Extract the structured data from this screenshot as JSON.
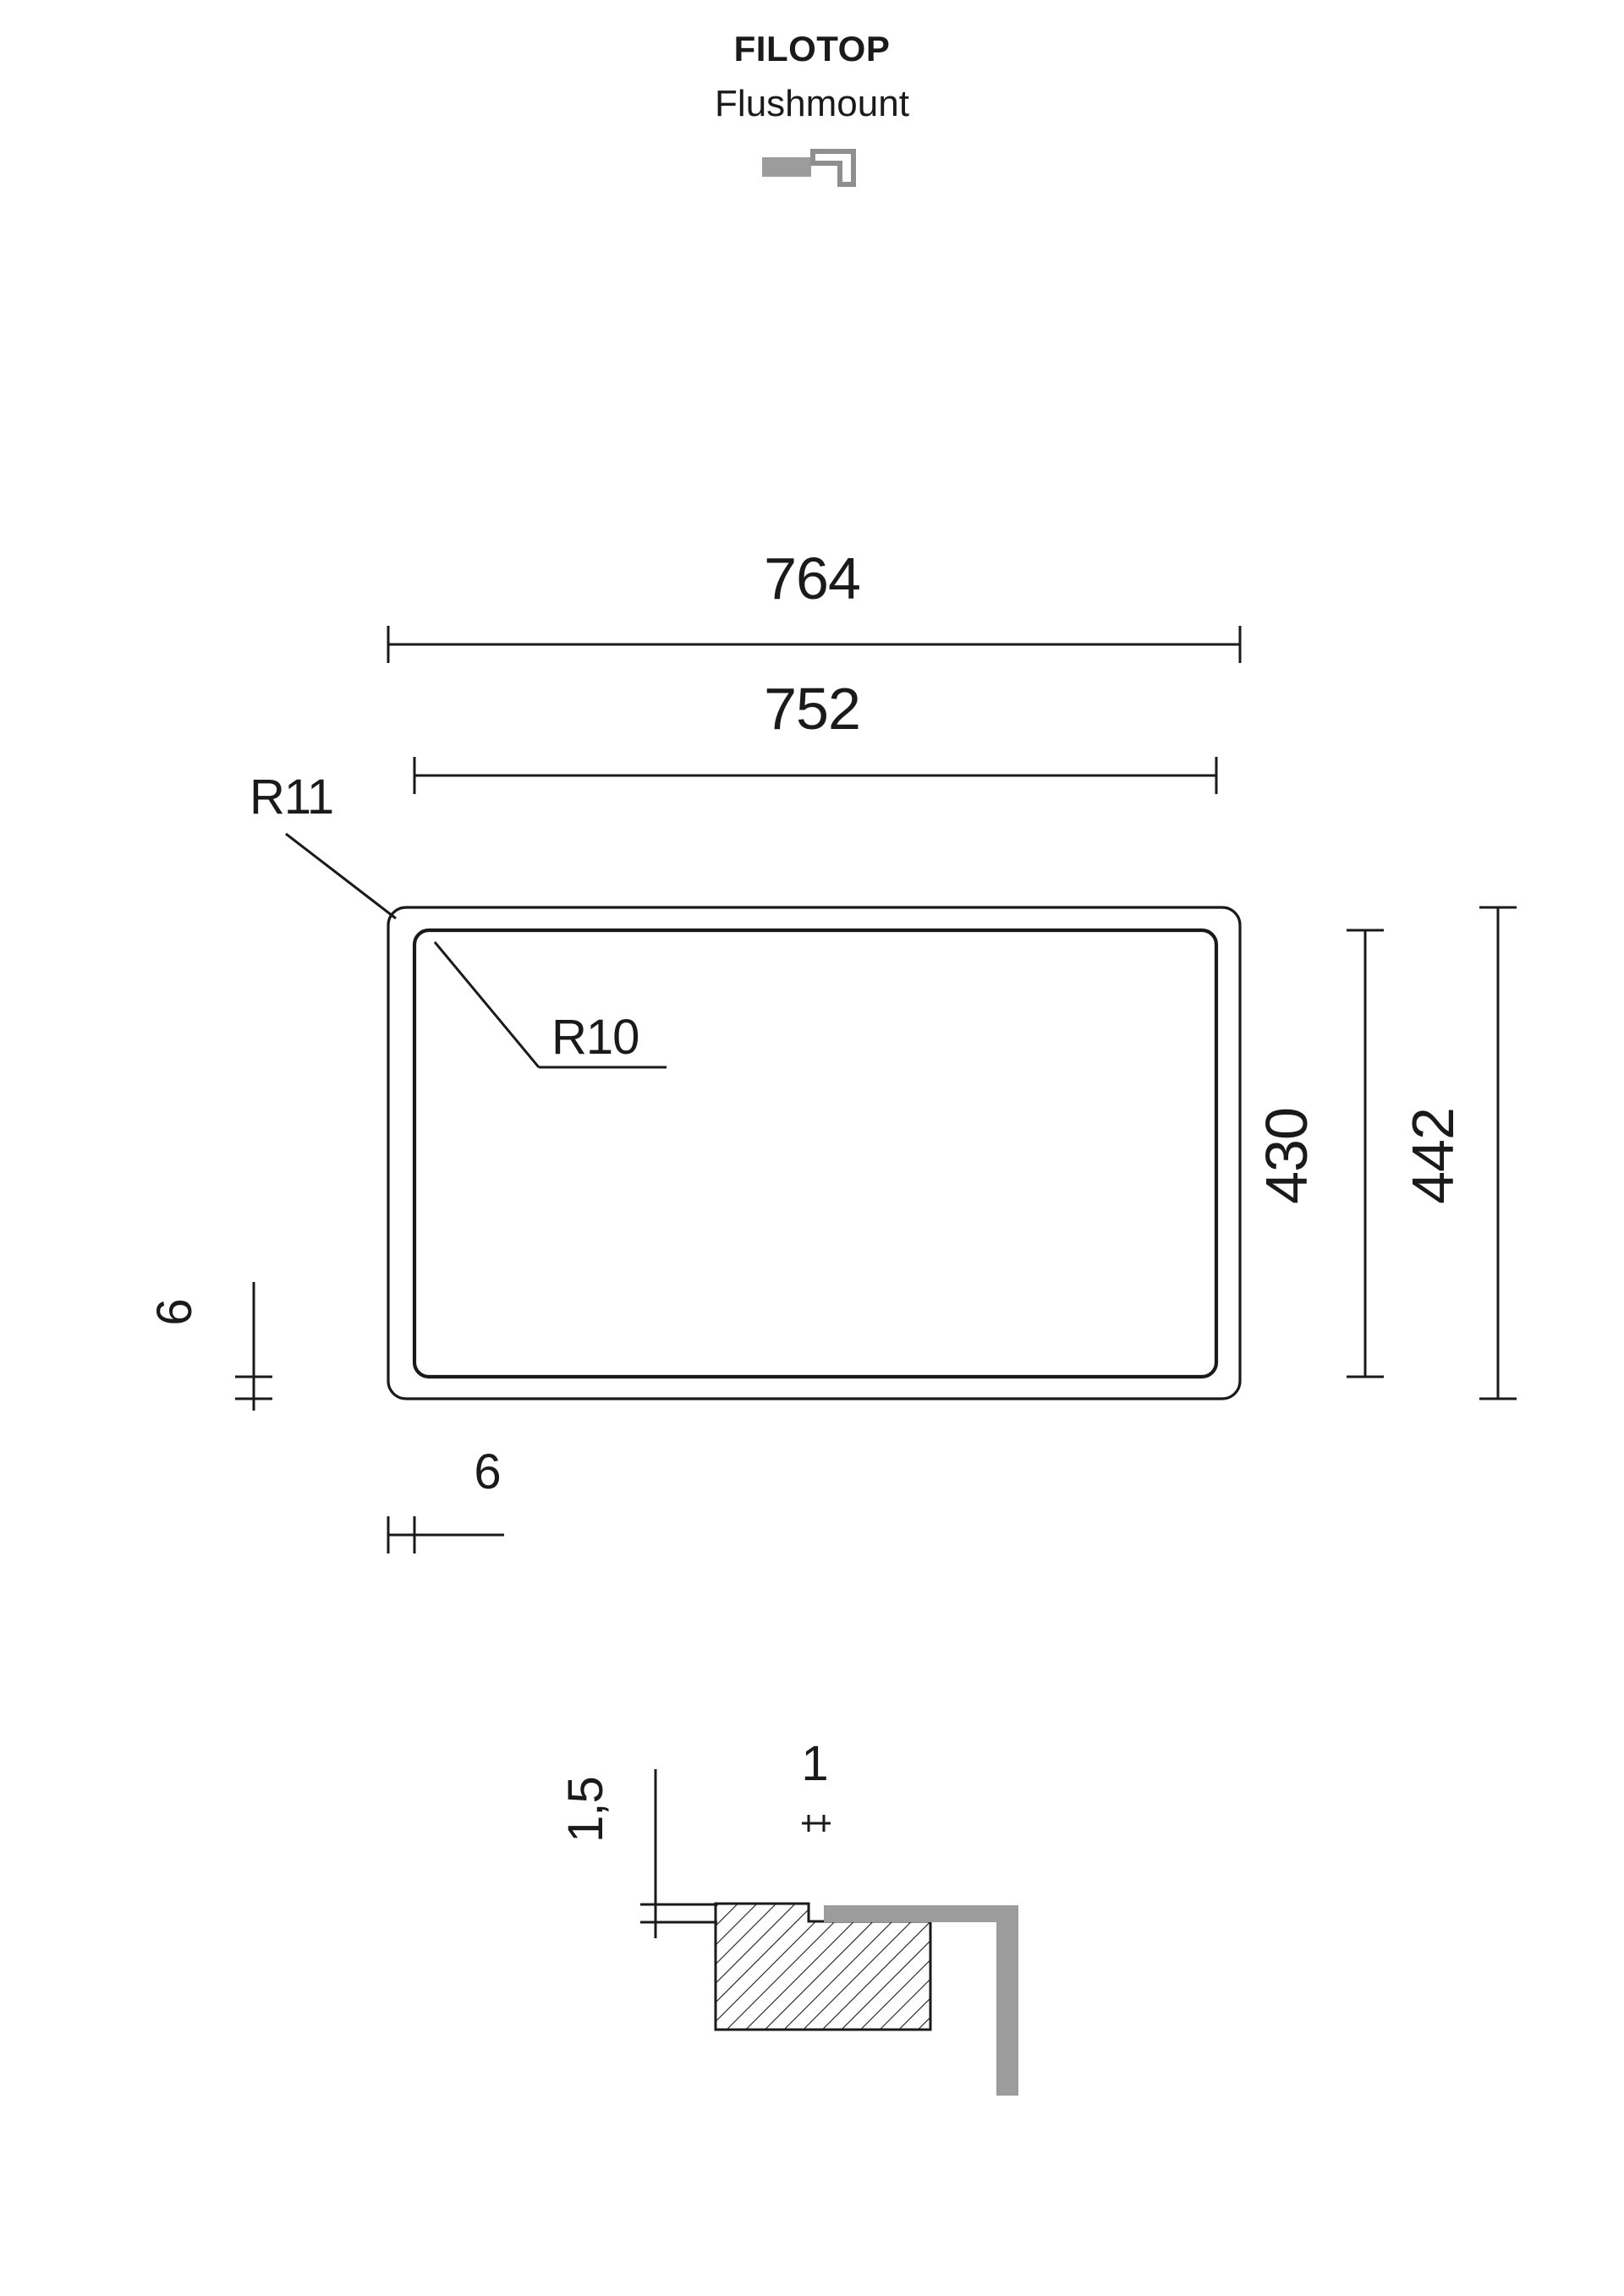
{
  "header": {
    "title": "FILOTOP",
    "subtitle": "Flushmount"
  },
  "plan": {
    "dim_outer_width": "764",
    "dim_inner_width": "752",
    "radius_outer": "R11",
    "radius_inner": "R10",
    "dim_inner_height": "430",
    "dim_outer_height": "442",
    "dim_offset_left": "6",
    "dim_offset_bottom": "6"
  },
  "section": {
    "dim_step_depth": "1,5",
    "dim_gap": "1"
  },
  "colors": {
    "line": "#1a1a1a",
    "profile_gray": "#9c9c9c"
  }
}
